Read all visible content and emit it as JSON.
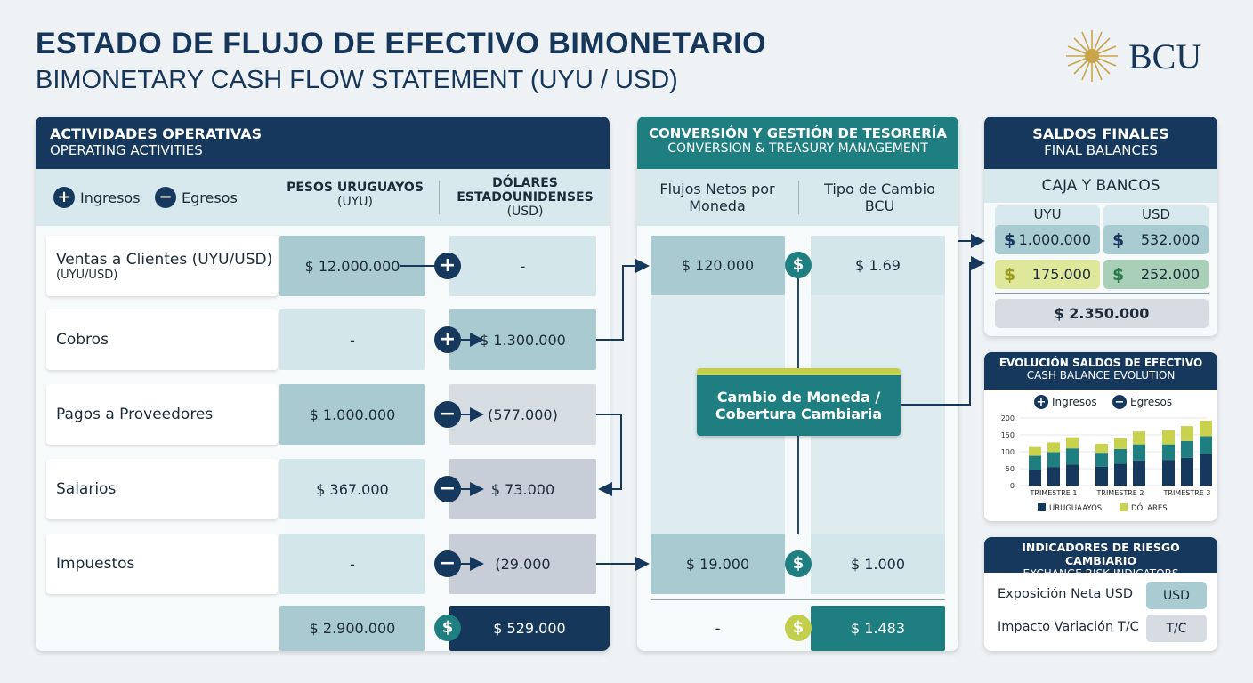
{
  "title": "ESTADO DE FLUJO DE EFECTIVO BIMONETARIO",
  "subtitle": "BIMONETARY CASH FLOW STATEMENT (UYU / USD)",
  "logo": {
    "text": "BCU",
    "color": "#16365a",
    "accent": "#c9a44a"
  },
  "operating": {
    "title": "ACTIVIDADES OPERATIVAS",
    "title_en": "OPERATING ACTIVITIES",
    "legend_in": "Ingresos",
    "legend_out": "Egresos",
    "col_uyu": "PESOS URUGUAYOS",
    "col_uyu_code": "(UYU)",
    "col_usd": "DÓLARES ESTADOUNIDENSES",
    "col_usd_code": "(USD)",
    "rows": [
      {
        "label": "Ventas a Clientes (UYU/USD)",
        "sublabel": "(UYU/USD)",
        "uyu": "$ 12.000.000",
        "sign": "+",
        "usd": "-"
      },
      {
        "label": "Cobros",
        "sublabel": "",
        "uyu": "-",
        "sign": "+",
        "usd": "$ 1.300.000"
      },
      {
        "label": "Pagos a Proveedores",
        "sublabel": "",
        "uyu": "$ 1.000.000",
        "sign": "−",
        "usd": "(577.000)"
      },
      {
        "label": "Salarios",
        "sublabel": "",
        "uyu": "$ 367.000",
        "sign": "−",
        "usd": "$ 73.000"
      },
      {
        "label": "Impuestos",
        "sublabel": "",
        "uyu": "-",
        "sign": "−",
        "usd": "(29.000"
      }
    ],
    "total_uyu": "$ 2.900.000",
    "total_usd": "$ 529.000"
  },
  "treasury": {
    "title": "CONVERSIÓN Y GESTIÓN DE TESORERÍA",
    "title_en": "CONVERSION & TREASURY MANAGEMENT",
    "col_net": "Flujos Netos por Moneda",
    "col_rate": "Tipo de Cambio BCU",
    "row1_net": "$ 120.000",
    "row1_rate": "$ 1.69",
    "center": "Cambio de Moneda / Cobertura Cambiaria",
    "row2_net": "$ 19.000",
    "row2_rate": "$ 1.000",
    "total_net": "-",
    "total_rate": "$ 1.483",
    "color": "#1e7e80"
  },
  "final": {
    "title": "SALDOS FINALES",
    "title_en": "FINAL BALANCES",
    "section": "CAJA Y BANCOS",
    "col_uyu": "UYU",
    "col_usd": "USD",
    "uyu1": "1.000.000",
    "usd1": "532.000",
    "uyu2": "175.000",
    "usd2": "252.000",
    "total": "$ 2.350.000",
    "currency_symbol": "$"
  },
  "evolution": {
    "title": "EVOLUCIÓN SALDOS DE EFECTIVO",
    "title_en": "CASH BALANCE EVOLUTION",
    "legend_in": "Ingresos",
    "legend_out": "Egresos"
  },
  "chart_data": {
    "type": "bar",
    "stacked": true,
    "categories": [
      "TRIMESTRE 1",
      "TRIMESTRE 2",
      "TRIMESTRE 3"
    ],
    "bars_per_category": 3,
    "ylim": [
      0,
      200
    ],
    "yticks": [
      0,
      50,
      100,
      150,
      200
    ],
    "grid": true,
    "legend": "bottom",
    "series": [
      {
        "name": "URUGUAAYOS",
        "color": "#17385d",
        "values": [
          47,
          55,
          62,
          56,
          65,
          74,
          76,
          82,
          94
        ]
      },
      {
        "color": "#1e7e80",
        "values": [
          41,
          44,
          48,
          41,
          43,
          48,
          46,
          50,
          52
        ]
      },
      {
        "name": "DÓLARES",
        "color": "#c9d24e",
        "values": [
          26,
          29,
          33,
          27,
          32,
          38,
          41,
          44,
          46
        ]
      }
    ]
  },
  "risk": {
    "title": "INDICADORES DE RIESGO CAMBIARIO",
    "title_en": "EXCHANGE RISK INDICATORS",
    "items": [
      {
        "label": "Exposición Neta USD",
        "badge": "USD"
      },
      {
        "label": "Impacto Variación T/C",
        "badge": "T/C"
      }
    ]
  }
}
